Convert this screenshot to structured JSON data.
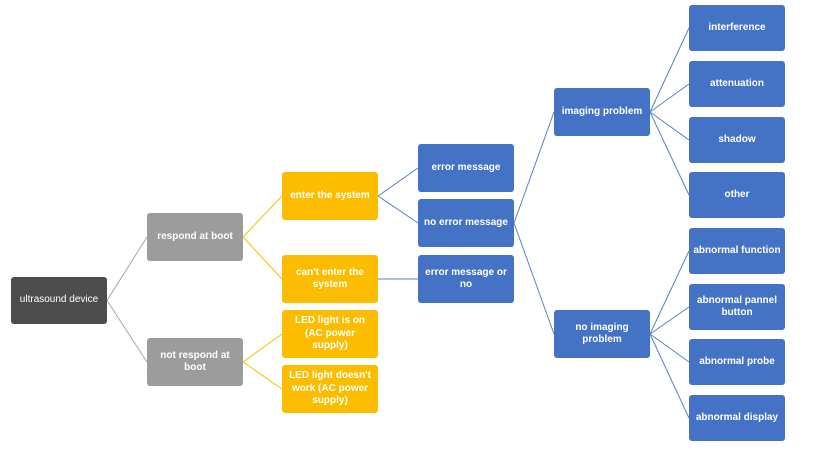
{
  "colors": {
    "root": "#4d4d4d",
    "level1": "#9c9c9c",
    "level2": "#fcbd00",
    "level3": "#4472c4",
    "line_gray": "#a6a6a6",
    "line_amber": "#fcbd00",
    "line_blue": "#5b7fc4"
  },
  "tree": {
    "root": "ultrasound device",
    "respond_at_boot": "respond at boot",
    "not_respond_at_boot": "not respond at boot",
    "enter_system": "enter the system",
    "cant_enter_system": "can't enter the system",
    "led_on": "LED light is on (AC power supply)",
    "led_off": "LED light doesn't work (AC power supply)",
    "error_message": "error message",
    "no_error_message": "no error message",
    "error_message_or_no": "error message or no",
    "imaging_problem": "imaging problem",
    "no_imaging_problem": "no imaging problem",
    "interference": "interference",
    "attenuation": "attenuation",
    "shadow": "shadow",
    "other": "other",
    "abnormal_function": "abnormal function",
    "abnormal_pannel_button": "abnormal pannel button",
    "abnormal_probe": "abnormal probe",
    "abnormal_display": "abnormal display"
  }
}
